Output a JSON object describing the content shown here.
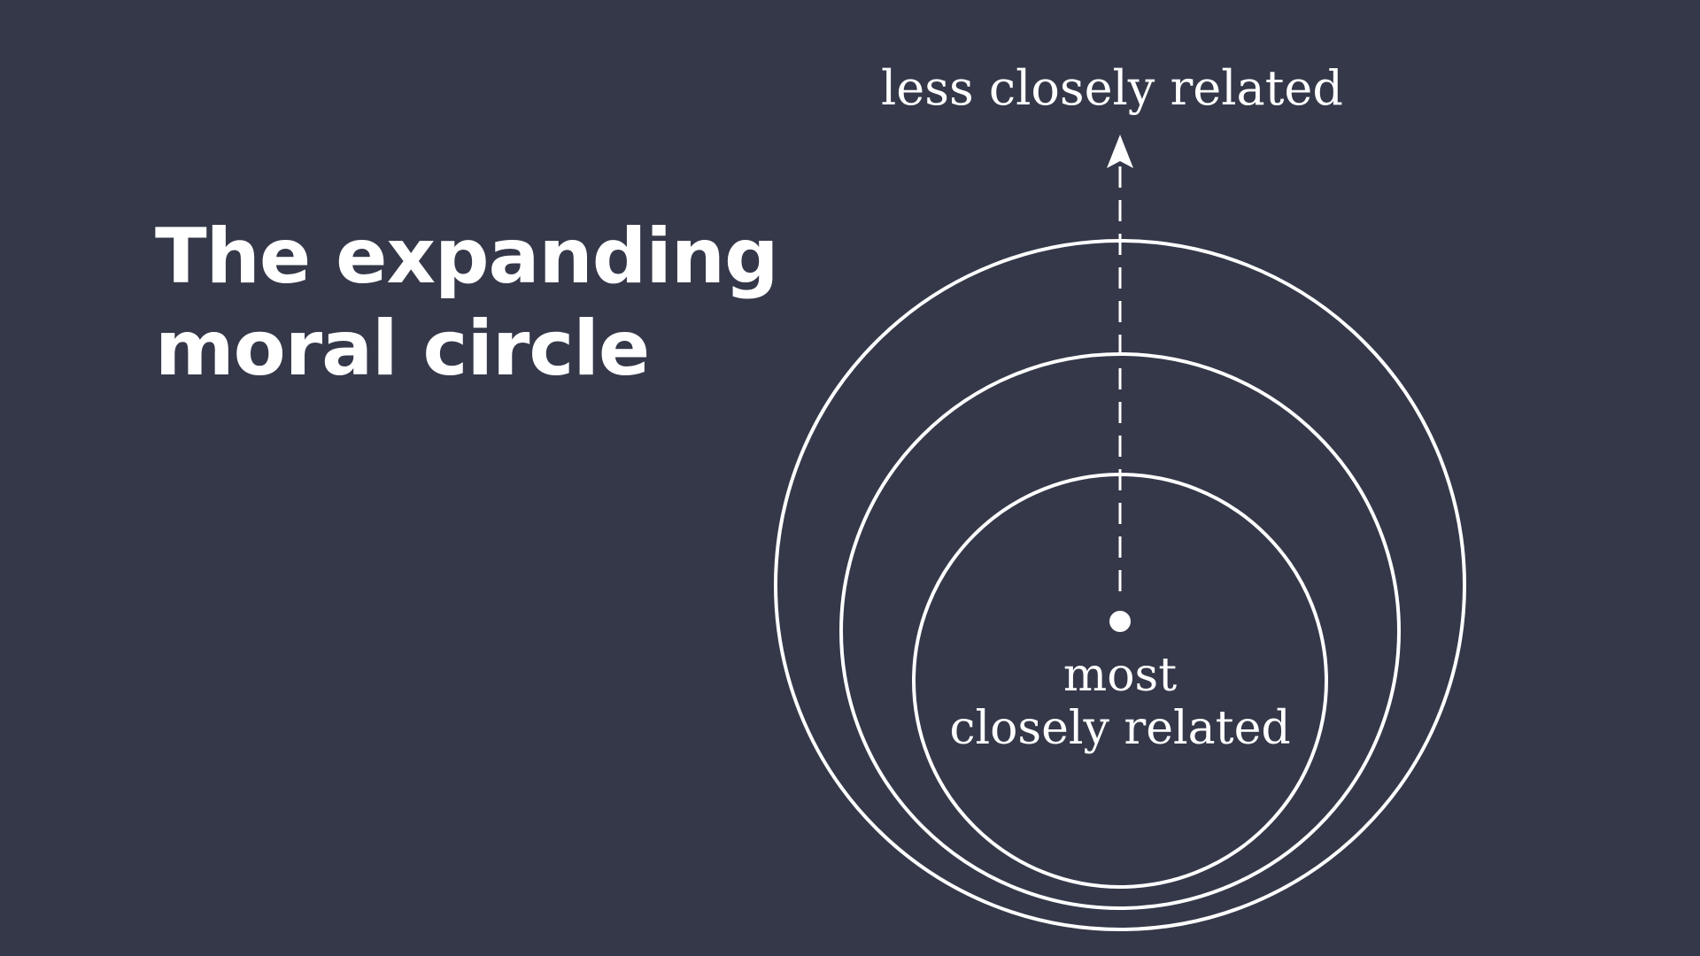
{
  "title": {
    "line1": "The expanding",
    "line2": "moral circle"
  },
  "diagram": {
    "outer_label": "less closely related",
    "center_label_line1": "most",
    "center_label_line2": "closely related"
  },
  "colors": {
    "background": "#343849",
    "foreground": "#ffffff"
  }
}
